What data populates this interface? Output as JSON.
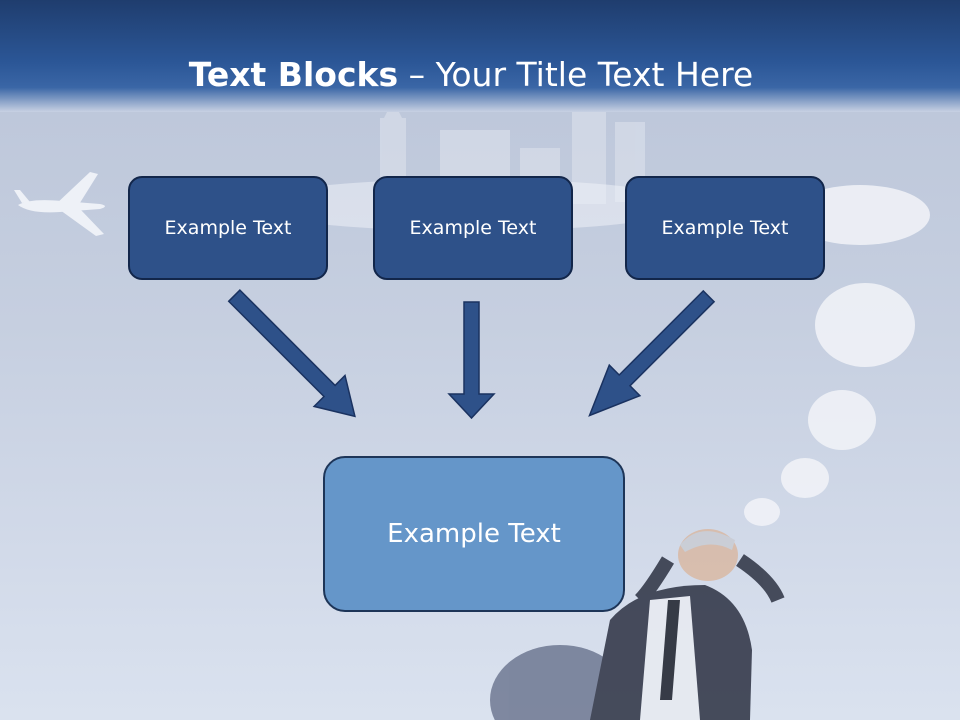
{
  "title": {
    "bold": "Text Blocks",
    "dash": "–",
    "rest": "Your Title Text Here"
  },
  "boxes": {
    "top_left": "Example Text",
    "top_center": "Example Text",
    "top_right": "Example Text",
    "bottom": "Example Text"
  },
  "colors": {
    "header": "#2b5696",
    "box_dark": "#2e5189",
    "box_light": "#6596c9",
    "arrow": "#2e5189"
  }
}
